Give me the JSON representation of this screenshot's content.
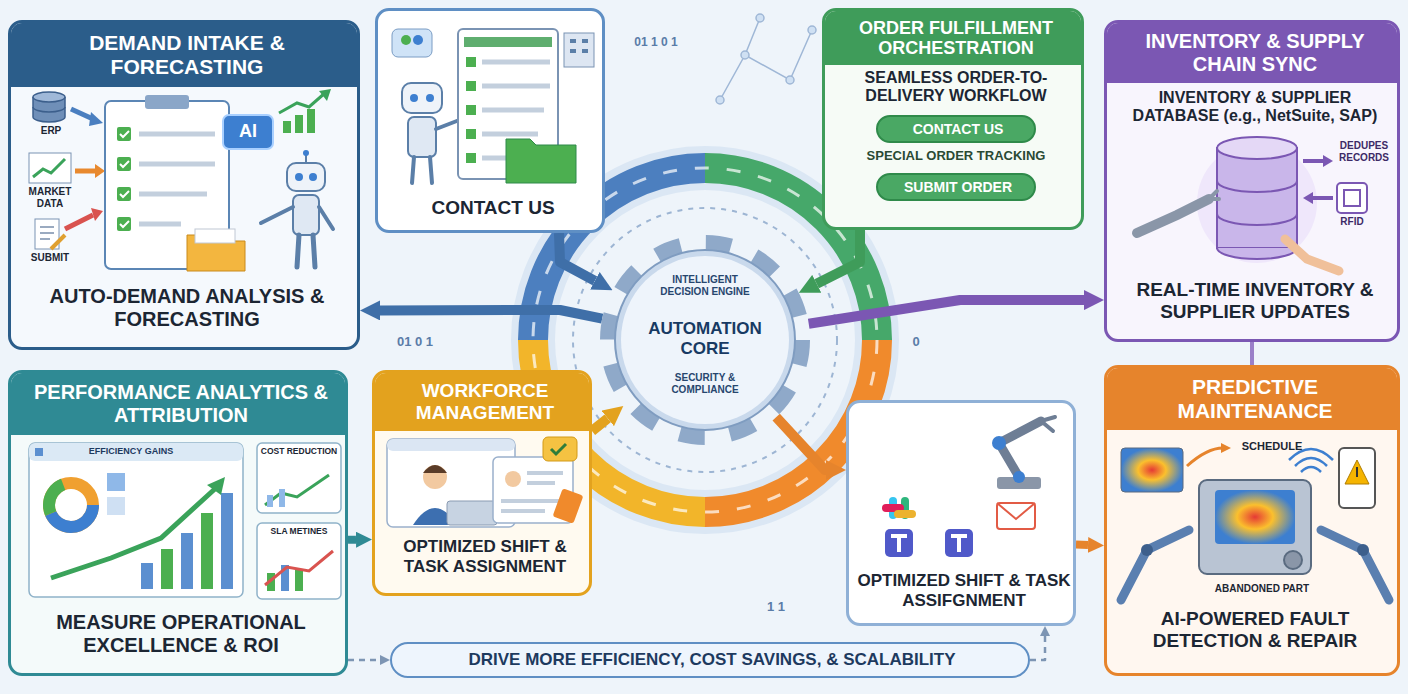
{
  "diagram": {
    "nodes": [
      {
        "text": [
          "DEMAND INTAKE & FORECASTING",
          "AUTO-DEMAND ANALYSIS & FORECASTING"
        ]
      },
      {
        "text": [
          "CONTACT US"
        ]
      },
      {
        "text": [
          "ORDER FULFILLMENT ORCHESTRATION",
          "SEAMLESS ORDER-TO-DELIVERY WORKFLOW",
          "SPECIAL ORDER TRACKING"
        ]
      },
      {
        "text": [
          "CONTACT US"
        ],
        "in": 2
      },
      {
        "text": [
          "SUBMIT ORDER"
        ],
        "in": 2
      },
      {
        "text": [
          "INVENTORY & SUPPLY CHAIN SYNC",
          "INVENTORY & SUPPLIER DATABASE (e.g., NetSuite, SAP)",
          "REAL-TIME INVENTORY & SUPPLIER UPDATES"
        ]
      },
      {
        "text": [
          "INTELLIGENT DECISION ENGINE",
          "AUTOMATION CORE",
          "SECURITY & COMPLIANCE"
        ]
      },
      {
        "text": [
          "PERFORMANCE ANALYTICS & ATTRIBUTION",
          "MEASURE OPERATIONAL EXCELLENCE & ROI"
        ]
      },
      {
        "text": [
          "WORKFORCE MANAGEMENT",
          "OPTIMIZED SHIFT & TASK ASSIGNMENT"
        ]
      },
      {
        "text": [
          "OPTIMIZED SHIFT & TASK ASSIFGNMENT"
        ]
      },
      {
        "text": [
          "PREDICTIVE MAINTENANCE",
          "AI-POWERED FAULT DETECTION & REPAIR"
        ]
      },
      {
        "text": [
          "DRIVE MORE EFFICIENCY, COST SAVINGS, & SCALABILITY"
        ]
      }
    ],
    "edges": [
      {
        "from": 6,
        "to": 0,
        "arrow": "to"
      },
      {
        "from": 1,
        "to": 6,
        "arrow": "to"
      },
      {
        "from": 2,
        "to": 6,
        "arrow": "to"
      },
      {
        "from": 6,
        "to": 5,
        "arrow": "to"
      },
      {
        "from": 5,
        "to": 10,
        "arrow": "none"
      },
      {
        "from": 7,
        "to": 8,
        "arrow": "to"
      },
      {
        "from": 8,
        "to": 6,
        "arrow": "to"
      },
      {
        "from": 6,
        "to": 9,
        "arrow": "to"
      },
      {
        "from": 9,
        "to": 10,
        "arrow": "to"
      },
      {
        "from": 7,
        "to": 11,
        "arrow": "to"
      },
      {
        "from": 11,
        "to": 9,
        "arrow": "to"
      }
    ],
    "labels": [
      "ERP",
      "MARKET DATA",
      "SUBMIT",
      "AI",
      "01 1 0 1",
      "DEDUPES RECORDS",
      "RFID",
      "01 0 1",
      "0",
      "EFFICIENCY GAINS",
      "COST REDUCTION",
      "SLA METINES",
      "SCHEDULE",
      "ABANDONED PART",
      "1 1"
    ]
  }
}
